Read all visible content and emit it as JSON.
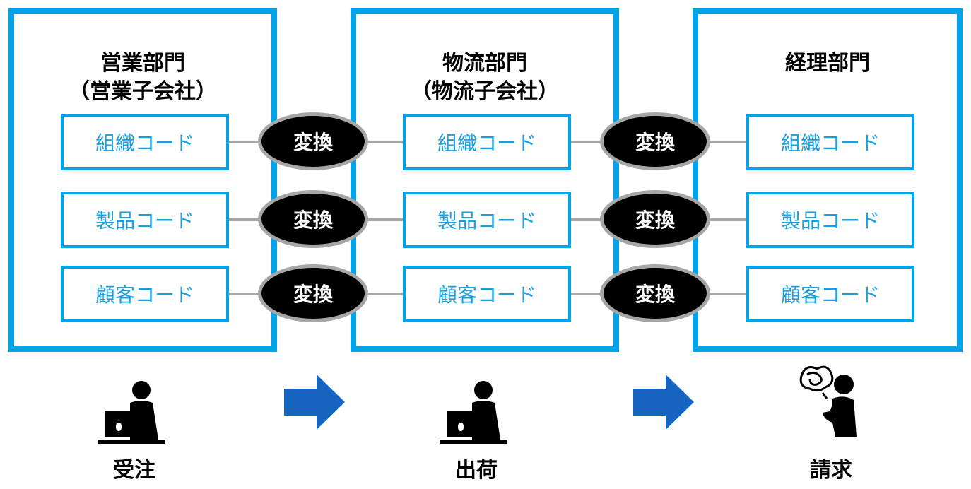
{
  "departments": [
    {
      "title_line1": "営業部門",
      "title_line2": "（営業子会社）"
    },
    {
      "title_line1": "物流部門",
      "title_line2": "（物流子会社）"
    },
    {
      "title_line1": "経理部門",
      "title_line2": ""
    }
  ],
  "codes": [
    "組織コード",
    "製品コード",
    "顧客コード"
  ],
  "convert_label": "変換",
  "steps": [
    "受注",
    "出荷",
    "請求"
  ],
  "colors": {
    "frame": "#00A4EA",
    "code_text": "#1AA0E0",
    "arrow": "#1565C0",
    "connector": "#A6A6A6"
  },
  "icons": [
    "person-at-laptop-icon",
    "person-at-laptop-icon",
    "confused-person-icon"
  ]
}
